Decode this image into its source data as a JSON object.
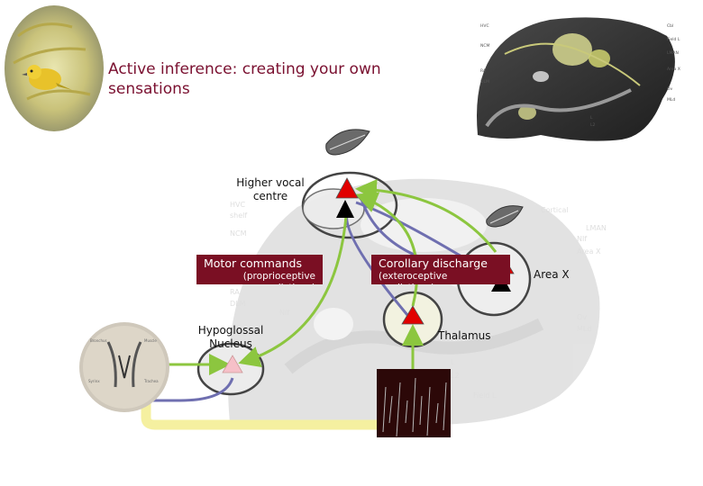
{
  "title": "Active inference: creating your own sensations",
  "labels": {
    "higher_vocal_centre": "Higher vocal centre",
    "motor_commands": "Motor commands",
    "motor_commands_sub": "(proprioceptive predictions)",
    "corollary_discharge": "Corollary discharge",
    "corollary_discharge_sub": "(exteroceptive predictions)",
    "area_x": "Area X",
    "hypoglossal_nucleus": "Hypoglossal Nucleus",
    "thalamus": "Thalamus"
  },
  "brain_labels": [
    "HVC",
    "RA",
    "DLM",
    "Area X",
    "LMAN",
    "NIf",
    "Ov",
    "MLd",
    "L",
    "L2",
    "Field L"
  ],
  "colors": {
    "title": "#7a1030",
    "banner": "#7a0f23",
    "forward_arrow": "#8cc63f",
    "backward_arrow": "#6f6fb0",
    "triangle_red": "#e10000",
    "triangle_black": "#000000",
    "triangle_pink": "#f6c0c8",
    "loop": "#f5f0a0"
  },
  "icons": [
    "bird-photo",
    "brain-inset-diagram",
    "syrinx-diagram",
    "spectrogram",
    "feather-icon"
  ]
}
